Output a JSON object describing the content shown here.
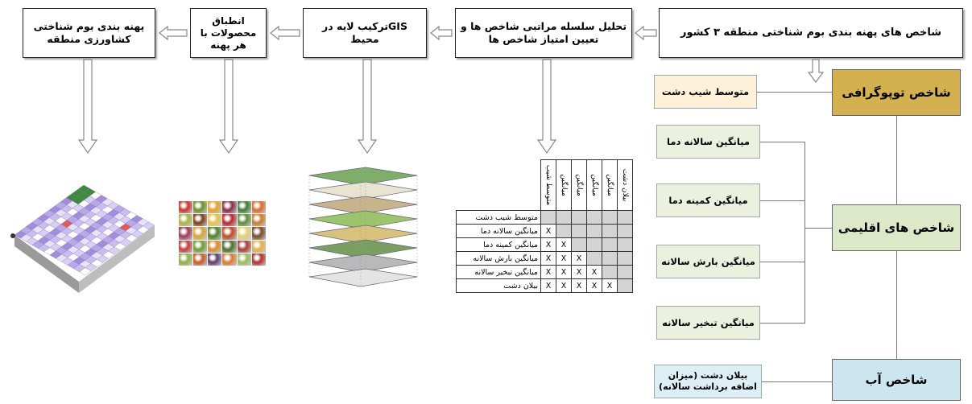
{
  "flow": {
    "step1": "شاخص های پهنه بندی بوم شناختی منطقه ۳ کشور",
    "step2": "تحلیل سلسله مراتبی شاخص ها و تعیین امتیاز شاخص ها",
    "step3": "GISترکیب لایه در محیط",
    "step4": "انطباق محصولات با هر پهنه",
    "step5": "پهنه بندی بوم شناختی کشاورزی منطقه"
  },
  "categories": {
    "topo": "شاخص توپوگرافی",
    "climate": "شاخص های اقلیمی",
    "water": "شاخص آب"
  },
  "indicators": {
    "slope": "متوسط شیب دشت",
    "temp_mean": "میانگین سالانه دما",
    "temp_min": "میانگین کمینه دما",
    "precip": "میانگین بارش سالانه",
    "evap": "میانگین تبخیر سالانه",
    "water_balance": "بیلان دشت (میزان اضافه برداشت سالانه)"
  },
  "matrix": {
    "col_headers": [
      "متوسط شیب",
      "میانگین",
      "میانگین",
      "میانگین",
      "میانگین",
      "بیلان دشت"
    ],
    "row_labels": [
      "متوسط شیب دشت",
      "میانگین سالانه دما",
      "میانگین کمینه دما",
      "میانگین بارش سالانه",
      "میانگین تبخیر سالانه",
      "بیلان دشت"
    ],
    "mark": "X"
  },
  "colors": {
    "topo": "#d4b150",
    "climate": "#dce8c8",
    "water": "#cce6f0",
    "topo_sub": "#fdf2d9",
    "climate_sub": "#ebf1de",
    "water_sub": "#ddeef5"
  }
}
